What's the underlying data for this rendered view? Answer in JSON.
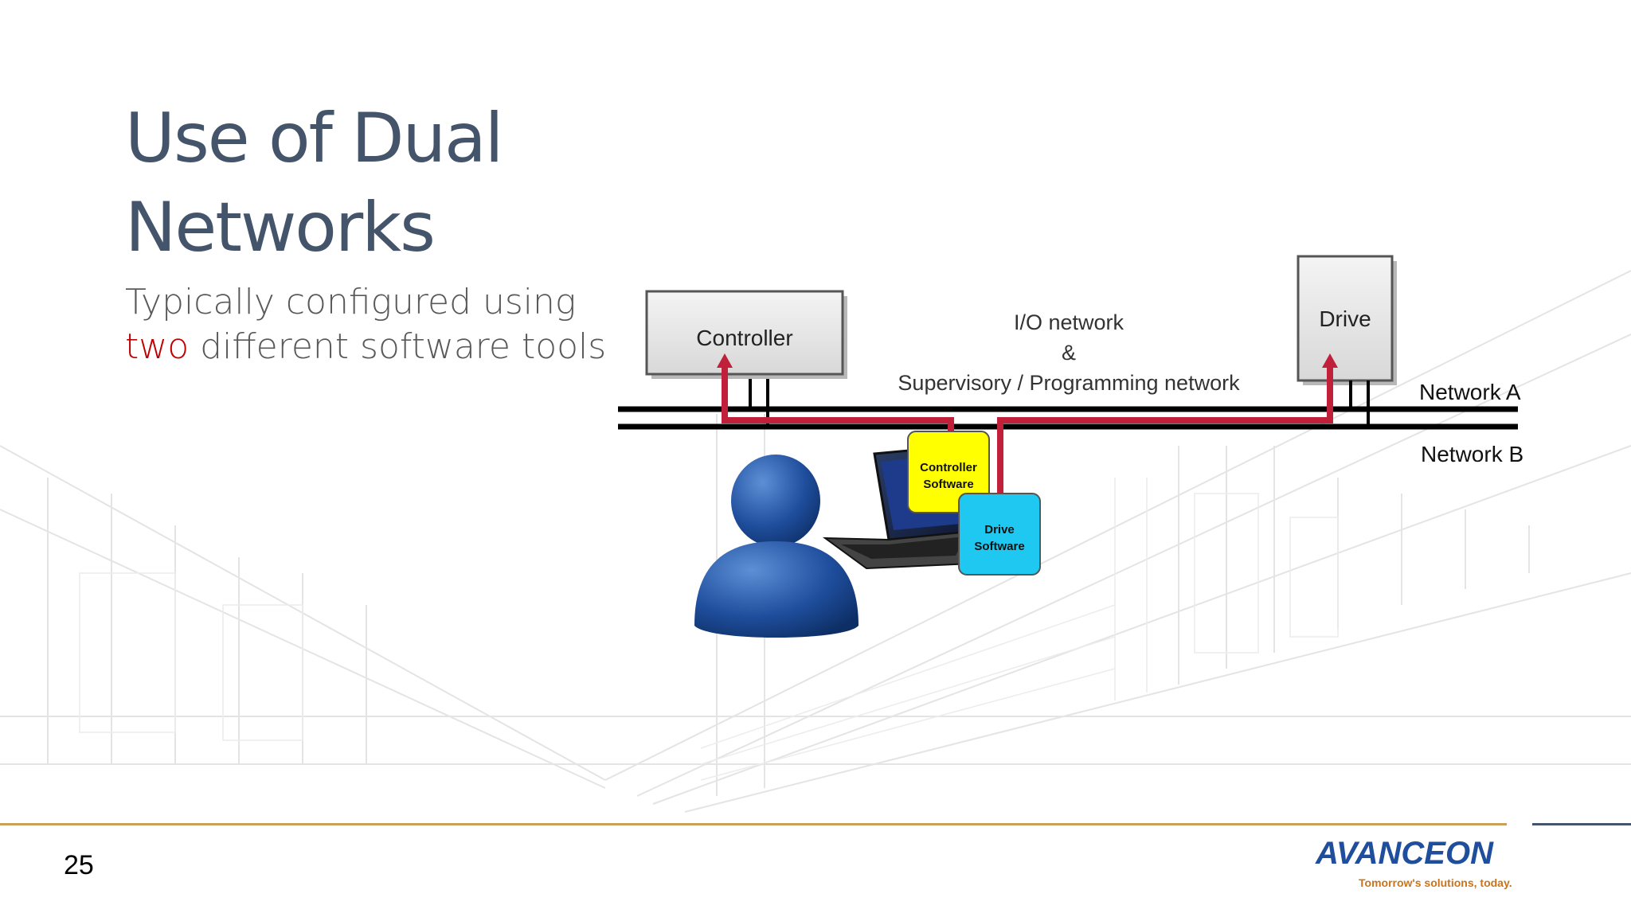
{
  "slide": {
    "title_line1": "Use of Dual",
    "title_line2": "Networks",
    "subtitle_line1": "Typically configured using",
    "subtitle_accent": "two",
    "subtitle_line2_rest": " different software tools",
    "page_number": "25"
  },
  "diagram": {
    "controller_label": "Controller",
    "drive_label": "Drive",
    "network_text_1": "I/O network",
    "network_text_2": "&",
    "network_text_3": "Supervisory / Programming network",
    "network_a_label": "Network A",
    "network_b_label": "Network B",
    "controller_software_line1": "Controller",
    "controller_software_line2": "Software",
    "drive_software_line1": "Drive",
    "drive_software_line2": "Software"
  },
  "footer": {
    "logo_name": "AVANCEON",
    "logo_tagline": "Tomorrow's solutions, today."
  },
  "colors": {
    "title": "#44546a",
    "accent": "#c00000",
    "network_line": "#000000",
    "path_red": "#c0203a",
    "controller_software_box": "#ffff00",
    "drive_software_box": "#1ec8f0",
    "person_blue": "#1f4e9d",
    "footer_gold": "#c8a25a",
    "logo_orange": "#c8741e"
  }
}
